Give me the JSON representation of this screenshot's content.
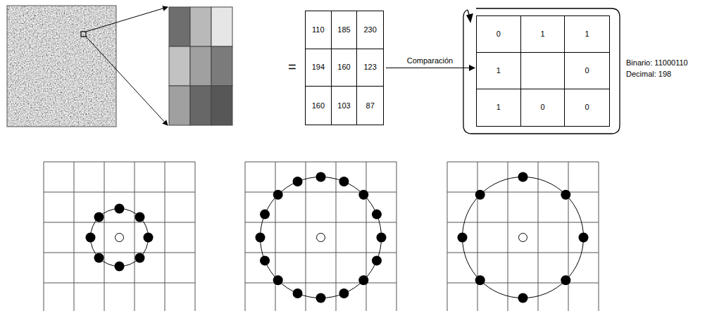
{
  "diagram": {
    "nodes": [
      {
        "text": [
          "110",
          "185",
          "230",
          "194",
          "160",
          "123",
          "160",
          "103",
          "87"
        ]
      },
      {
        "text": [
          "0",
          "1",
          "1",
          "1",
          "0",
          "1",
          "0",
          "0"
        ]
      }
    ],
    "edges": [
      {
        "from": 0,
        "to": 1,
        "label": "Comparación",
        "arrow": "to"
      }
    ],
    "labels": [
      "=",
      "Binario: 11000110",
      "Decimal: 198"
    ]
  }
}
